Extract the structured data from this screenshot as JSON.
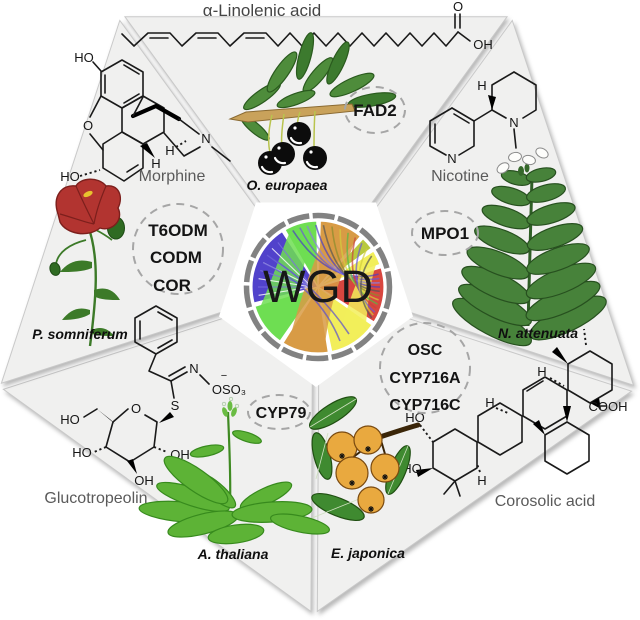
{
  "figure": {
    "center_label": "WGD"
  },
  "sectors": [
    {
      "species": "O. europaea",
      "compound": "α-Linolenic acid",
      "genes": [
        "FAD2"
      ]
    },
    {
      "species": "N. attenuata",
      "compound": "Nicotine",
      "genes": [
        "MPO1"
      ]
    },
    {
      "species": "E. japonica",
      "compound": "Corosolic acid",
      "genes": [
        "OSC",
        "CYP716A",
        "CYP716C"
      ]
    },
    {
      "species": "A. thaliana",
      "compound": "Glucotropeolin",
      "genes": [
        "CYP79"
      ]
    },
    {
      "species": "P. somniferum",
      "compound": "Morphine",
      "genes": [
        "T6ODM",
        "CODM",
        "COR"
      ]
    }
  ],
  "atoms": {
    "o": "O",
    "oh": "OH",
    "ho": "HO",
    "n": "N",
    "s": "S",
    "h": "H",
    "cooh": "COOH",
    "oso3": "OSO₃",
    "minus": "−"
  },
  "colors": {
    "wedge_fill": "#f0f0ef",
    "circos": {
      "blue": "#5142cb",
      "green": "#6ede52",
      "orange": "#d89b45",
      "yellow": "#f2ee5a",
      "red": "#d8463f",
      "olive": "#b8c93e",
      "ring": "#828282"
    }
  }
}
